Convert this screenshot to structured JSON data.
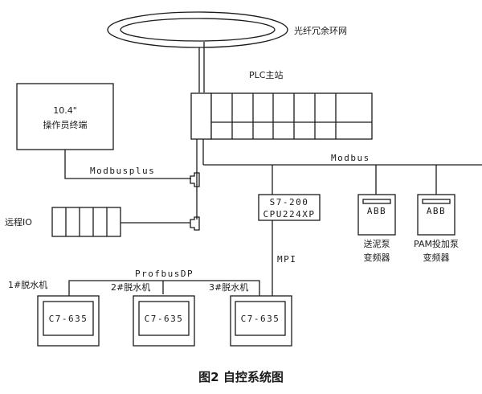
{
  "diagram": {
    "caption": "图2  自控系统图",
    "fiber_ring": {
      "label": "光纤冗余环网"
    },
    "plc_master": {
      "label": "PLC主站"
    },
    "operator_terminal": {
      "size": "10.4\"",
      "label": "操作员终端"
    },
    "remote_io": {
      "label": "远程IO"
    },
    "buses": {
      "modbusplus": "Modbusplus",
      "modbus": "Modbus",
      "profibus": "ProfbusDP",
      "mpi": "MPI"
    },
    "s7_200": {
      "line1": "S7-200",
      "line2": "CPU224XP"
    },
    "vfds": [
      {
        "brand": "ABB",
        "line1": "送泥泵",
        "line2": "变频器"
      },
      {
        "brand": "ABB",
        "line1": "PAM投加泵",
        "line2": "变频器"
      }
    ],
    "dewatering_machines": [
      {
        "label": "1#脱水机",
        "panel": "C7-635"
      },
      {
        "label": "2#脱水机",
        "panel": "C7-635"
      },
      {
        "label": "3#脱水机",
        "panel": "C7-635"
      }
    ]
  }
}
